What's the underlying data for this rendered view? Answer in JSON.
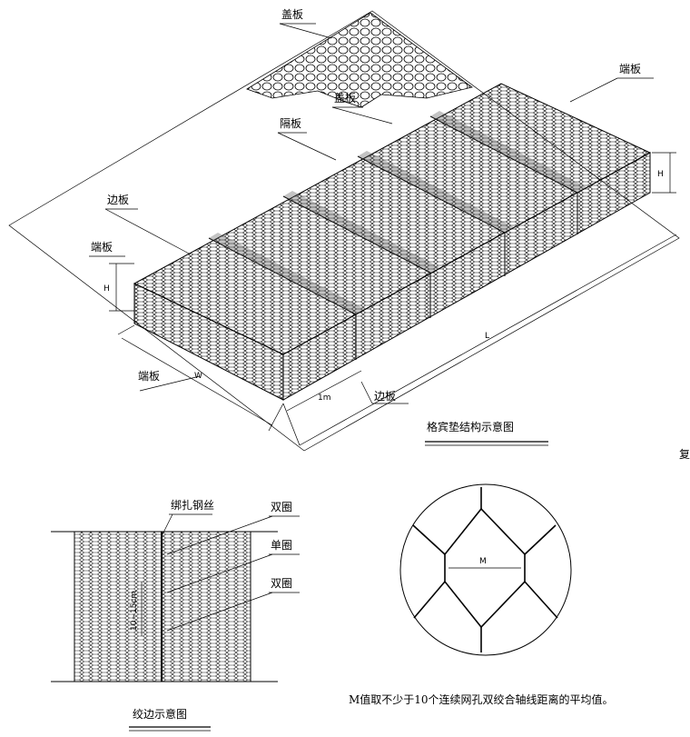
{
  "labels": {
    "cover_top": "盖板",
    "end_right": "端板",
    "cover_mid": "盖板",
    "partition": "隔板",
    "side_left": "边板",
    "end_left": "端板",
    "end_front": "端板",
    "side_front": "边板",
    "dim_h_left": "H",
    "dim_h_right": "H",
    "dim_w": "W",
    "dim_l": "L",
    "dim_1m": "1m",
    "cut_text": "复"
  },
  "captions": {
    "structure": "格宾垫结构示意图",
    "edge": "绞边示意图",
    "note": "M值取不少于10个连续网孔双绞合轴线距离的平均值。"
  },
  "edge_detail": {
    "binding_wire": "绑扎钢丝",
    "double_ring_1": "双圈",
    "single_ring": "单圈",
    "double_ring_2": "双圈",
    "spacing": "10~15cm"
  },
  "mesh_detail": {
    "m_label": "M"
  }
}
